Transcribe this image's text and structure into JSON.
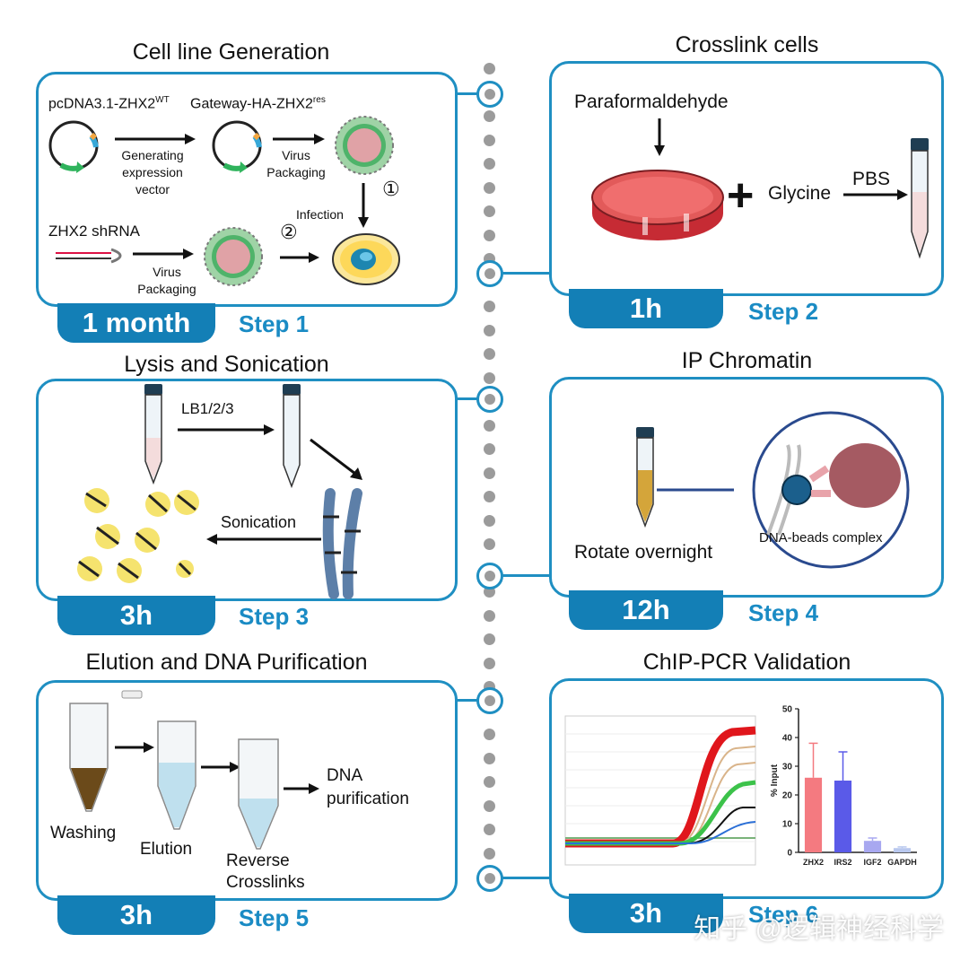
{
  "steps": [
    {
      "title": "Cell line Generation",
      "duration": "1 month",
      "step_label": "Step 1"
    },
    {
      "title": "Crosslink cells",
      "duration": "1h",
      "step_label": "Step 2"
    },
    {
      "title": "Lysis and Sonication",
      "duration": "3h",
      "step_label": "Step 3"
    },
    {
      "title": "IP Chromatin",
      "duration": "12h",
      "step_label": "Step 4"
    },
    {
      "title": "Elution and DNA Purification",
      "duration": "3h",
      "step_label": "Step 5"
    },
    {
      "title": "ChIP-PCR Validation",
      "duration": "3h",
      "step_label": "Step 6"
    }
  ],
  "step1": {
    "plasmid1_label": "pcDNA3.1-ZHX2",
    "plasmid1_sup": "WT",
    "plasmid2_label": "Gateway-HA-ZHX2",
    "plasmid2_sup": "res",
    "generating": "Generating\nexpression\nvector",
    "virus_packaging": "Virus\nPackaging",
    "virus_packaging2": "Virus\nPackaging",
    "infection": "Infection",
    "circle1": "①",
    "circle2": "②",
    "shrna": "ZHX2 shRNA"
  },
  "step2": {
    "paraformaldehyde": "Paraformaldehyde",
    "plus": "+",
    "glycine": "Glycine",
    "pbs": "PBS"
  },
  "step3": {
    "lb": "LB1/2/3",
    "sonication": "Sonication"
  },
  "step4": {
    "rotate": "Rotate overnight",
    "complex": "DNA-beads complex"
  },
  "step5": {
    "washing": "Washing",
    "elution": "Elution",
    "reverse": "Reverse\nCrosslinks",
    "dna": "DNA\npurification"
  },
  "chart_data": {
    "type": "bar",
    "categories": [
      "ZHX2",
      "IRS2",
      "IGF2",
      "GAPDH"
    ],
    "values": [
      26,
      25,
      4,
      1.5
    ],
    "errors": [
      12,
      10,
      1,
      0.4
    ],
    "colors": [
      "#f47a80",
      "#5a5ae8",
      "#a8a8f0",
      "#b9c8ee"
    ],
    "ylabel": "% Input",
    "ylim": [
      0,
      50
    ],
    "yticks": [
      0,
      10,
      20,
      30,
      40,
      50
    ]
  },
  "colors": {
    "accent": "#1f8fc2",
    "tab": "#137fb6"
  },
  "watermark": "知乎 @逻辑神经科学"
}
